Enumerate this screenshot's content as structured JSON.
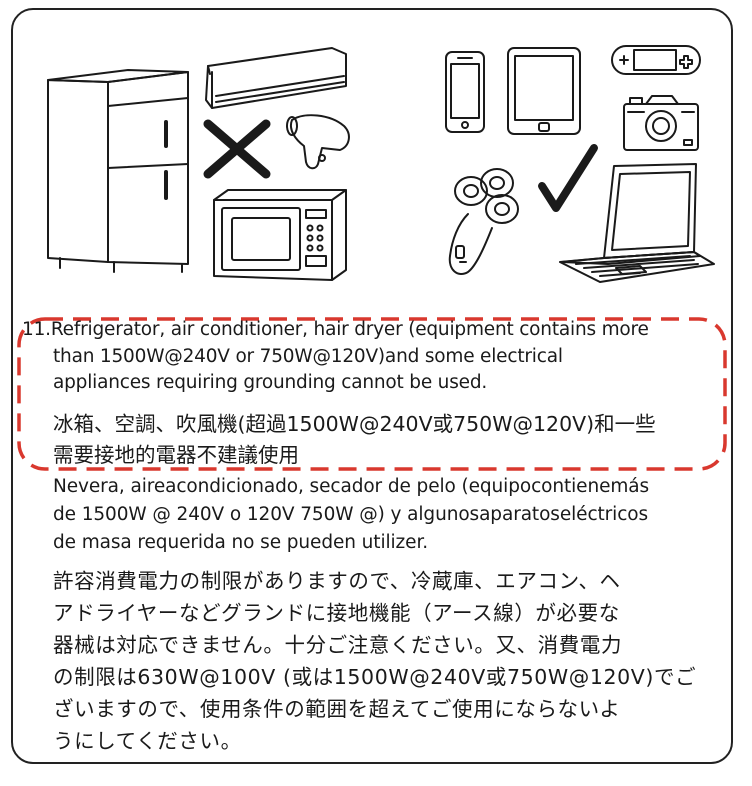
{
  "notice": {
    "english": [
      "11.Refrigerator, air conditioner, hair dryer (equipment contains more",
      "than 1500W@240V or 750W@120V)and some electrical",
      "appliances requiring grounding cannot be used."
    ],
    "chinese": [
      "冰箱、空調、吹風機(超過1500W@240V或750W@120V)和一些",
      "需要接地的電器不建議使用"
    ],
    "spanish": [
      "Nevera, aireacondicionado, secador de pelo (equipocontienemás",
      "de 1500W @ 240V o 120V 750W @) y algunosaparatoseléctricos",
      "de masa requerida no se pueden utilizer."
    ],
    "japanese": [
      "許容消費電力の制限がありますので、冷蔵庫、エアコン、ヘ",
      "アドライヤーなどグランドに接地機能（アース線）が必要な",
      "器械は対応できません。十分ご注意ください。又、消費電力",
      "の制限は630W@100V (或は1500W@240V或750W@120V)でご",
      "ざいますので、使用条件の範囲を超えてご使用にならないよ",
      "うにしてください。"
    ]
  },
  "icons": {
    "not_allowed": [
      "refrigerator-icon",
      "air-conditioner-icon",
      "hair-dryer-icon",
      "microwave-icon",
      "cross-mark-icon"
    ],
    "allowed": [
      "smartphone-icon",
      "tablet-icon",
      "game-console-icon",
      "camera-icon",
      "electric-shaver-icon",
      "laptop-icon",
      "check-mark-icon"
    ]
  },
  "colors": {
    "highlight_dash": "#d9382e",
    "line_art": "#1a1a1a"
  }
}
